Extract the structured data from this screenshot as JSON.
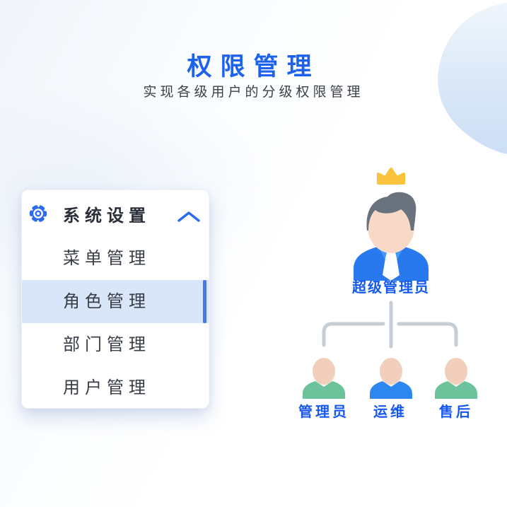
{
  "page": {
    "title": "权限管理",
    "subtitle": "实现各级用户的分级权限管理"
  },
  "menu": {
    "header": {
      "label": "系统设置",
      "icon": "gear-icon",
      "state": "expanded",
      "chevron": "chevron-up-icon"
    },
    "items": [
      {
        "label": "菜单管理",
        "active": false
      },
      {
        "label": "角色管理",
        "active": true
      },
      {
        "label": "部门管理",
        "active": false
      },
      {
        "label": "用户管理",
        "active": false
      }
    ]
  },
  "org_chart": {
    "root": {
      "label": "超级管理员",
      "badge": "crown-icon",
      "suit_color": "#2878EE"
    },
    "children": [
      {
        "label": "管理员",
        "shirt_color": "#6CC29B"
      },
      {
        "label": "运维",
        "shirt_color": "#2E86F0"
      },
      {
        "label": "售后",
        "shirt_color": "#6CC29B"
      }
    ]
  },
  "colors": {
    "title_blue": "#1C62EF",
    "menu_icon_blue": "#2B6BF0",
    "active_item_bg": "#D9E5F8",
    "active_item_bar": "#4679E8",
    "connector_gray": "#C7CDD5",
    "crown_gold": "#F9C33C",
    "node_label_blue": "#1657EF",
    "hair_gray": "#6A727D",
    "skin_tone": "#F6D5C3"
  }
}
